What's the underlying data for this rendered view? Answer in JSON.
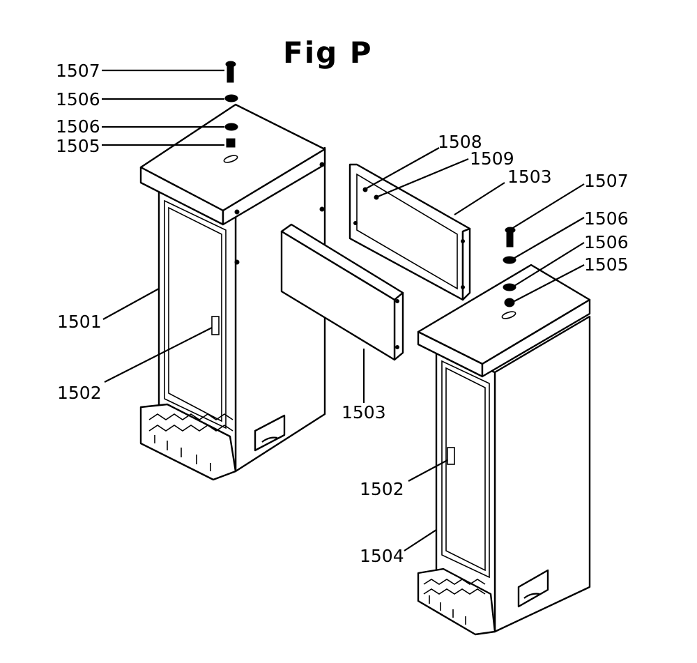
{
  "figure": {
    "title": "Fig P"
  },
  "labels": {
    "c1_1507": "1507",
    "c1_1506a": "1506",
    "c1_1506b": "1506",
    "c1_1505": "1505",
    "c1_1501": "1501",
    "c1_1502": "1502",
    "panel_1503": "1503",
    "frame_1508": "1508",
    "frame_1509": "1509",
    "frame_1503": "1503",
    "c2_1507": "1507",
    "c2_1506a": "1506",
    "c2_1506b": "1506",
    "c2_1505": "1505",
    "c2_1502": "1502",
    "c2_1504": "1504"
  }
}
